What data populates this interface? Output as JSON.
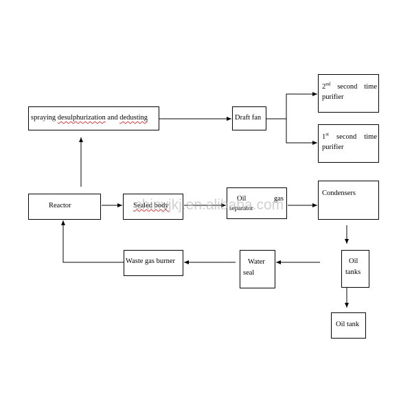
{
  "nodes": {
    "spraying": {
      "label_pre": "spraying ",
      "label_word": "desulphurization",
      "label_post": " and ",
      "label_word2": "dedusting"
    },
    "draft_fan": {
      "label": "Draft fan"
    },
    "purifier_2nd": {
      "num": "2",
      "sup": "nd",
      "word1": "second",
      "word2": "time",
      "line2": "purifier"
    },
    "purifier_1st": {
      "num": "1",
      "sup": "st",
      "word1": "second",
      "word2": "time",
      "line2": "purifier"
    },
    "reactor": {
      "label": "Reactor"
    },
    "sealed_body": {
      "label": "Sealed body"
    },
    "oil_gas_separator": {
      "word1": "Oil",
      "word2": "gas",
      "line2": "separator"
    },
    "condensers": {
      "label": "Condensers"
    },
    "oil_tanks": {
      "line1": "Oil",
      "line2": "tanks"
    },
    "oil_tank": {
      "label": "Oil tank"
    },
    "water_seal": {
      "line1": "Water",
      "line2": "seal"
    },
    "waste_gas_burner": {
      "label": "Waste gas burner"
    }
  },
  "watermark": "chinyjkj.en.alibaba.com",
  "colors": {
    "stroke": "#000000",
    "spellcheck_underline": "#d23a3a",
    "watermark": "#aaaaaa"
  }
}
